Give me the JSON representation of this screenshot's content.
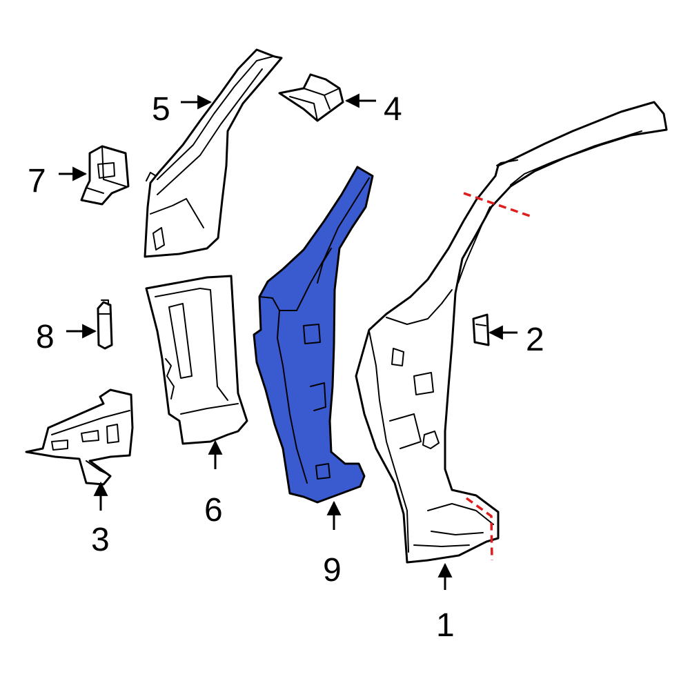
{
  "diagram": {
    "colors": {
      "highlight": "#3a5bd0",
      "line": "#000000",
      "cut_line": "#e01c1c",
      "background": "#ffffff"
    },
    "callouts": [
      {
        "id": "1",
        "label": "1"
      },
      {
        "id": "2",
        "label": "2"
      },
      {
        "id": "3",
        "label": "3"
      },
      {
        "id": "4",
        "label": "4"
      },
      {
        "id": "5",
        "label": "5"
      },
      {
        "id": "6",
        "label": "6"
      },
      {
        "id": "7",
        "label": "7"
      },
      {
        "id": "8",
        "label": "8"
      },
      {
        "id": "9",
        "label": "9"
      }
    ],
    "highlighted_part": "9"
  }
}
